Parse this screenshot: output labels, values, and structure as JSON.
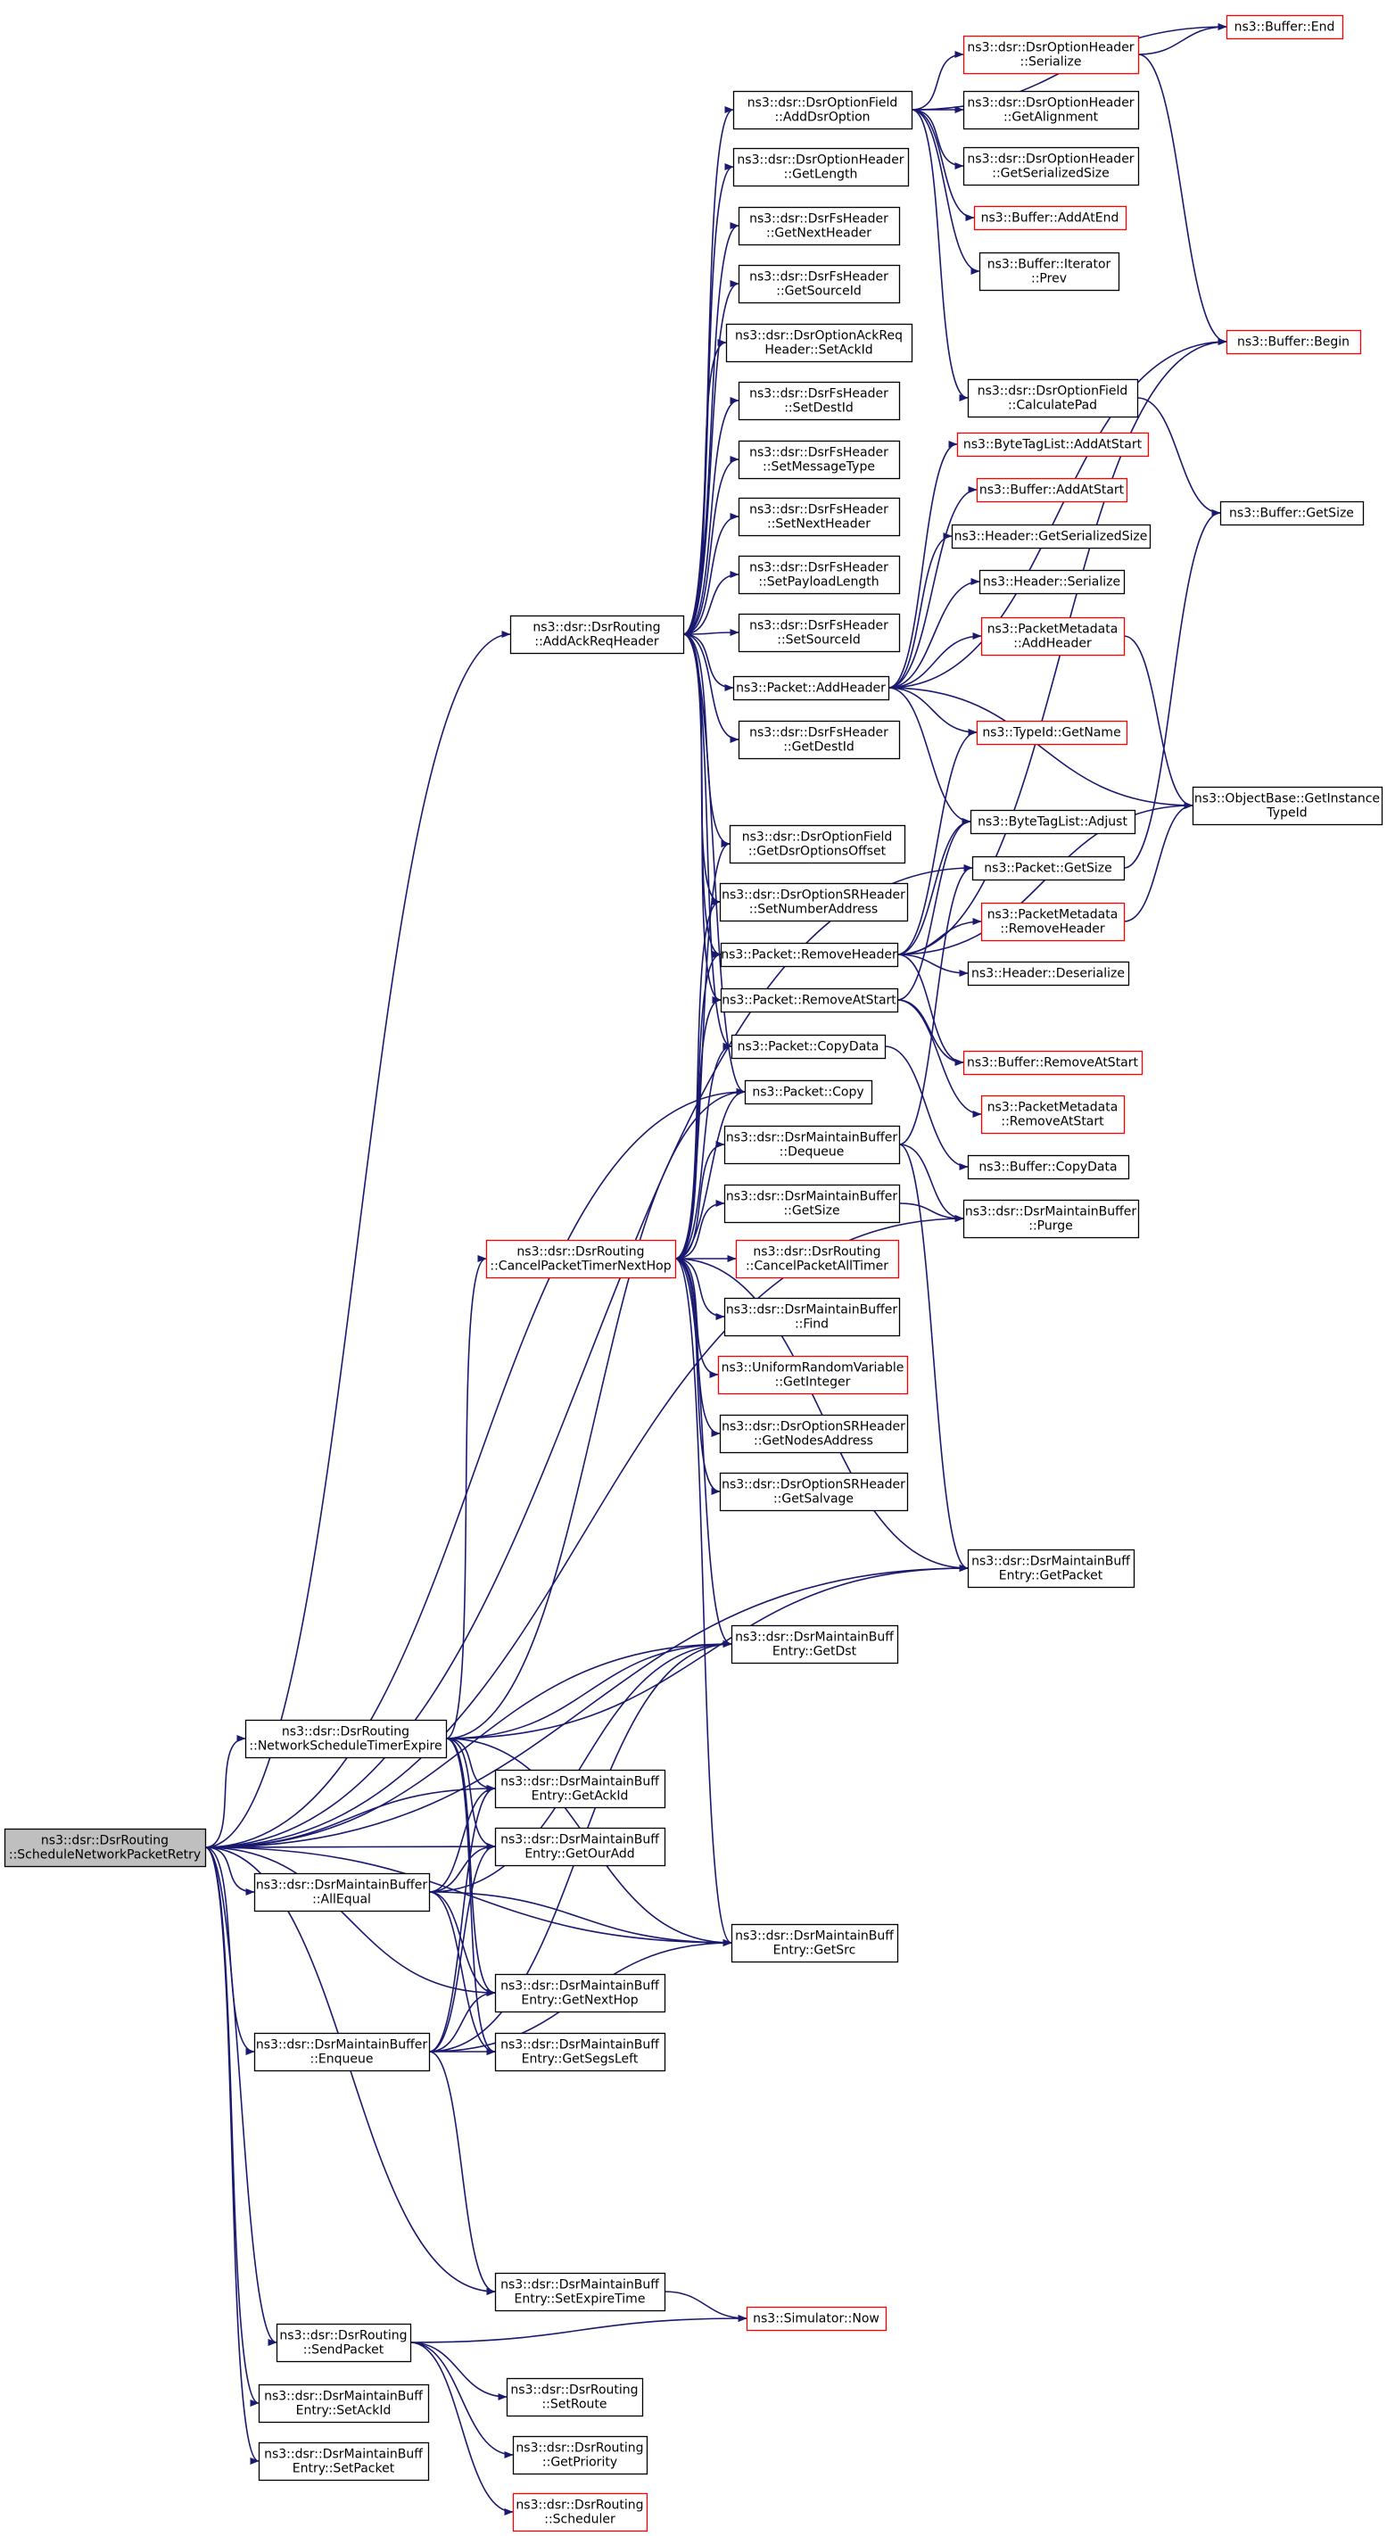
{
  "colors": {
    "edge": "#191970",
    "border_default": "#000000",
    "border_truncated": "#ff0000",
    "root_fill": "#bfbfbf",
    "node_fill": "#ffffff"
  },
  "nodes": [
    {
      "id": "root",
      "lines": [
        "ns3::dsr::DsrRouting",
        "::ScheduleNetworkPacketRetry"
      ],
      "style": "root"
    },
    {
      "id": "addAckReqHeader",
      "lines": [
        "ns3::dsr::DsrRouting",
        "::AddAckReqHeader"
      ],
      "style": "normal"
    },
    {
      "id": "addDsrOption",
      "lines": [
        "ns3::dsr::DsrOptionField",
        "::AddDsrOption"
      ],
      "style": "normal"
    },
    {
      "id": "optHeaderSerialize",
      "lines": [
        "ns3::dsr::DsrOptionHeader",
        "::Serialize"
      ],
      "style": "truncated"
    },
    {
      "id": "bufferEnd",
      "lines": [
        "ns3::Buffer::End"
      ],
      "style": "truncated"
    },
    {
      "id": "optHeaderGetAlignment",
      "lines": [
        "ns3::dsr::DsrOptionHeader",
        "::GetAlignment"
      ],
      "style": "normal"
    },
    {
      "id": "optHeaderGetSerializedSize",
      "lines": [
        "ns3::dsr::DsrOptionHeader",
        "::GetSerializedSize"
      ],
      "style": "normal"
    },
    {
      "id": "bufferAddAtEnd",
      "lines": [
        "ns3::Buffer::AddAtEnd"
      ],
      "style": "truncated"
    },
    {
      "id": "bufferIteratorPrev",
      "lines": [
        "ns3::Buffer::Iterator",
        "::Prev"
      ],
      "style": "normal"
    },
    {
      "id": "bufferBegin",
      "lines": [
        "ns3::Buffer::Begin"
      ],
      "style": "truncated"
    },
    {
      "id": "calculatePad",
      "lines": [
        "ns3::dsr::DsrOptionField",
        "::CalculatePad"
      ],
      "style": "normal"
    },
    {
      "id": "bufferGetSize",
      "lines": [
        "ns3::Buffer::GetSize"
      ],
      "style": "normal"
    },
    {
      "id": "optHeaderGetLength",
      "lines": [
        "ns3::dsr::DsrOptionHeader",
        "::GetLength"
      ],
      "style": "normal"
    },
    {
      "id": "fsGetNextHeader",
      "lines": [
        "ns3::dsr::DsrFsHeader",
        "::GetNextHeader"
      ],
      "style": "normal"
    },
    {
      "id": "fsGetSourceId",
      "lines": [
        "ns3::dsr::DsrFsHeader",
        "::GetSourceId"
      ],
      "style": "normal"
    },
    {
      "id": "ackReqSetAckId",
      "lines": [
        "ns3::dsr::DsrOptionAckReq",
        "Header::SetAckId"
      ],
      "style": "normal"
    },
    {
      "id": "fsSetDestId",
      "lines": [
        "ns3::dsr::DsrFsHeader",
        "::SetDestId"
      ],
      "style": "normal"
    },
    {
      "id": "fsSetMessageType",
      "lines": [
        "ns3::dsr::DsrFsHeader",
        "::SetMessageType"
      ],
      "style": "normal"
    },
    {
      "id": "fsSetNextHeader",
      "lines": [
        "ns3::dsr::DsrFsHeader",
        "::SetNextHeader"
      ],
      "style": "normal"
    },
    {
      "id": "fsSetPayloadLength",
      "lines": [
        "ns3::dsr::DsrFsHeader",
        "::SetPayloadLength"
      ],
      "style": "normal"
    },
    {
      "id": "fsSetSourceId",
      "lines": [
        "ns3::dsr::DsrFsHeader",
        "::SetSourceId"
      ],
      "style": "normal"
    },
    {
      "id": "packetAddHeader",
      "lines": [
        "ns3::Packet::AddHeader"
      ],
      "style": "normal"
    },
    {
      "id": "fsGetDestId",
      "lines": [
        "ns3::dsr::DsrFsHeader",
        "::GetDestId"
      ],
      "style": "normal"
    },
    {
      "id": "byteTagAddAtStart",
      "lines": [
        "ns3::ByteTagList::AddAtStart"
      ],
      "style": "truncated"
    },
    {
      "id": "bufferAddAtStart",
      "lines": [
        "ns3::Buffer::AddAtStart"
      ],
      "style": "truncated"
    },
    {
      "id": "headerGetSerializedSize",
      "lines": [
        "ns3::Header::GetSerializedSize"
      ],
      "style": "normal"
    },
    {
      "id": "headerSerialize",
      "lines": [
        "ns3::Header::Serialize"
      ],
      "style": "normal"
    },
    {
      "id": "pmAddHeader",
      "lines": [
        "ns3::PacketMetadata",
        "::AddHeader"
      ],
      "style": "truncated"
    },
    {
      "id": "typeIdGetName",
      "lines": [
        "ns3::TypeId::GetName"
      ],
      "style": "truncated"
    },
    {
      "id": "objGetInstanceTypeId",
      "lines": [
        "ns3::ObjectBase::GetInstance",
        "TypeId"
      ],
      "style": "normal"
    },
    {
      "id": "byteTagAdjust",
      "lines": [
        "ns3::ByteTagList::Adjust"
      ],
      "style": "normal"
    },
    {
      "id": "getDsrOptionsOffset",
      "lines": [
        "ns3::dsr::DsrOptionField",
        "::GetDsrOptionsOffset"
      ],
      "style": "normal"
    },
    {
      "id": "packetGetSize",
      "lines": [
        "ns3::Packet::GetSize"
      ],
      "style": "normal"
    },
    {
      "id": "srSetNumberAddress",
      "lines": [
        "ns3::dsr::DsrOptionSRHeader",
        "::SetNumberAddress"
      ],
      "style": "normal"
    },
    {
      "id": "pmRemoveHeader",
      "lines": [
        "ns3::PacketMetadata",
        "::RemoveHeader"
      ],
      "style": "truncated"
    },
    {
      "id": "packetRemoveHeader",
      "lines": [
        "ns3::Packet::RemoveHeader"
      ],
      "style": "normal"
    },
    {
      "id": "headerDeserialize",
      "lines": [
        "ns3::Header::Deserialize"
      ],
      "style": "normal"
    },
    {
      "id": "packetRemoveAtStart",
      "lines": [
        "ns3::Packet::RemoveAtStart"
      ],
      "style": "normal"
    },
    {
      "id": "packetCopyData",
      "lines": [
        "ns3::Packet::CopyData"
      ],
      "style": "normal"
    },
    {
      "id": "bufferRemoveAtStart",
      "lines": [
        "ns3::Buffer::RemoveAtStart"
      ],
      "style": "truncated"
    },
    {
      "id": "pmRemoveAtStart",
      "lines": [
        "ns3::PacketMetadata",
        "::RemoveAtStart"
      ],
      "style": "truncated"
    },
    {
      "id": "packetCopy",
      "lines": [
        "ns3::Packet::Copy"
      ],
      "style": "normal"
    },
    {
      "id": "mbDequeue",
      "lines": [
        "ns3::dsr::DsrMaintainBuffer",
        "::Dequeue"
      ],
      "style": "normal"
    },
    {
      "id": "bufferCopyData",
      "lines": [
        "ns3::Buffer::CopyData"
      ],
      "style": "normal"
    },
    {
      "id": "mbGetSize",
      "lines": [
        "ns3::dsr::DsrMaintainBuffer",
        "::GetSize"
      ],
      "style": "normal"
    },
    {
      "id": "mbPurge",
      "lines": [
        "ns3::dsr::DsrMaintainBuffer",
        "::Purge"
      ],
      "style": "normal"
    },
    {
      "id": "cancelPacketTimerNextHop",
      "lines": [
        "ns3::dsr::DsrRouting",
        "::CancelPacketTimerNextHop"
      ],
      "style": "truncated"
    },
    {
      "id": "cancelPacketAllTimer",
      "lines": [
        "ns3::dsr::DsrRouting",
        "::CancelPacketAllTimer"
      ],
      "style": "truncated"
    },
    {
      "id": "mbFind",
      "lines": [
        "ns3::dsr::DsrMaintainBuffer",
        "::Find"
      ],
      "style": "normal"
    },
    {
      "id": "urvGetInteger",
      "lines": [
        "ns3::UniformRandomVariable",
        "::GetInteger"
      ],
      "style": "truncated"
    },
    {
      "id": "srGetNodesAddress",
      "lines": [
        "ns3::dsr::DsrOptionSRHeader",
        "::GetNodesAddress"
      ],
      "style": "normal"
    },
    {
      "id": "srGetSalvage",
      "lines": [
        "ns3::dsr::DsrOptionSRHeader",
        "::GetSalvage"
      ],
      "style": "normal"
    },
    {
      "id": "mbeGetPacket",
      "lines": [
        "ns3::dsr::DsrMaintainBuff",
        "Entry::GetPacket"
      ],
      "style": "normal"
    },
    {
      "id": "mbeGetDst",
      "lines": [
        "ns3::dsr::DsrMaintainBuff",
        "Entry::GetDst"
      ],
      "style": "normal"
    },
    {
      "id": "networkScheduleTimerExpire",
      "lines": [
        "ns3::dsr::DsrRouting",
        "::NetworkScheduleTimerExpire"
      ],
      "style": "normal"
    },
    {
      "id": "mbeGetAckId",
      "lines": [
        "ns3::dsr::DsrMaintainBuff",
        "Entry::GetAckId"
      ],
      "style": "normal"
    },
    {
      "id": "mbeGetOurAdd",
      "lines": [
        "ns3::dsr::DsrMaintainBuff",
        "Entry::GetOurAdd"
      ],
      "style": "normal"
    },
    {
      "id": "mbAllEqual",
      "lines": [
        "ns3::dsr::DsrMaintainBuffer",
        "::AllEqual"
      ],
      "style": "normal"
    },
    {
      "id": "mbeGetSrc",
      "lines": [
        "ns3::dsr::DsrMaintainBuff",
        "Entry::GetSrc"
      ],
      "style": "normal"
    },
    {
      "id": "mbeGetNextHop",
      "lines": [
        "ns3::dsr::DsrMaintainBuff",
        "Entry::GetNextHop"
      ],
      "style": "normal"
    },
    {
      "id": "mbEnqueue",
      "lines": [
        "ns3::dsr::DsrMaintainBuffer",
        "::Enqueue"
      ],
      "style": "normal"
    },
    {
      "id": "mbeGetSegsLeft",
      "lines": [
        "ns3::dsr::DsrMaintainBuff",
        "Entry::GetSegsLeft"
      ],
      "style": "normal"
    },
    {
      "id": "mbeSetExpireTime",
      "lines": [
        "ns3::dsr::DsrMaintainBuff",
        "Entry::SetExpireTime"
      ],
      "style": "normal"
    },
    {
      "id": "sendPacket",
      "lines": [
        "ns3::dsr::DsrRouting",
        "::SendPacket"
      ],
      "style": "normal"
    },
    {
      "id": "simulatorNow",
      "lines": [
        "ns3::Simulator::Now"
      ],
      "style": "truncated"
    },
    {
      "id": "setRoute",
      "lines": [
        "ns3::dsr::DsrRouting",
        "::SetRoute"
      ],
      "style": "normal"
    },
    {
      "id": "mbeSetAckId",
      "lines": [
        "ns3::dsr::DsrMaintainBuff",
        "Entry::SetAckId"
      ],
      "style": "normal"
    },
    {
      "id": "getPriority",
      "lines": [
        "ns3::dsr::DsrRouting",
        "::GetPriority"
      ],
      "style": "normal"
    },
    {
      "id": "mbeSetPacket",
      "lines": [
        "ns3::dsr::DsrMaintainBuff",
        "Entry::SetPacket"
      ],
      "style": "normal"
    },
    {
      "id": "scheduler",
      "lines": [
        "ns3::dsr::DsrRouting",
        "::Scheduler"
      ],
      "style": "truncated"
    }
  ],
  "edges": [
    [
      "root",
      "addAckReqHeader"
    ],
    [
      "root",
      "packetGetSize"
    ],
    [
      "root",
      "packetCopy"
    ],
    [
      "root",
      "mbeGetPacket"
    ],
    [
      "root",
      "mbeGetDst"
    ],
    [
      "root",
      "networkScheduleTimerExpire"
    ],
    [
      "root",
      "mbeGetAckId"
    ],
    [
      "root",
      "mbeGetOurAdd"
    ],
    [
      "root",
      "mbAllEqual"
    ],
    [
      "root",
      "mbeGetNextHop"
    ],
    [
      "root",
      "mbEnqueue"
    ],
    [
      "root",
      "mbeGetSrc"
    ],
    [
      "root",
      "mbPurge"
    ],
    [
      "root",
      "mbeSetExpireTime"
    ],
    [
      "root",
      "sendPacket"
    ],
    [
      "root",
      "mbeSetAckId"
    ],
    [
      "root",
      "mbeSetPacket"
    ],
    [
      "addAckReqHeader",
      "addDsrOption"
    ],
    [
      "addAckReqHeader",
      "optHeaderGetLength"
    ],
    [
      "addAckReqHeader",
      "fsGetNextHeader"
    ],
    [
      "addAckReqHeader",
      "fsGetSourceId"
    ],
    [
      "addAckReqHeader",
      "ackReqSetAckId"
    ],
    [
      "addAckReqHeader",
      "fsSetDestId"
    ],
    [
      "addAckReqHeader",
      "fsSetMessageType"
    ],
    [
      "addAckReqHeader",
      "fsSetNextHeader"
    ],
    [
      "addAckReqHeader",
      "fsSetPayloadLength"
    ],
    [
      "addAckReqHeader",
      "fsSetSourceId"
    ],
    [
      "addAckReqHeader",
      "packetAddHeader"
    ],
    [
      "addAckReqHeader",
      "fsGetDestId"
    ],
    [
      "addAckReqHeader",
      "getDsrOptionsOffset"
    ],
    [
      "addAckReqHeader",
      "srSetNumberAddress"
    ],
    [
      "addAckReqHeader",
      "packetRemoveHeader"
    ],
    [
      "addAckReqHeader",
      "packetRemoveAtStart"
    ],
    [
      "addAckReqHeader",
      "packetCopyData"
    ],
    [
      "addAckReqHeader",
      "packetCopy"
    ],
    [
      "addDsrOption",
      "optHeaderSerialize"
    ],
    [
      "addDsrOption",
      "bufferEnd"
    ],
    [
      "addDsrOption",
      "optHeaderGetAlignment"
    ],
    [
      "addDsrOption",
      "optHeaderGetSerializedSize"
    ],
    [
      "addDsrOption",
      "bufferAddAtEnd"
    ],
    [
      "addDsrOption",
      "bufferIteratorPrev"
    ],
    [
      "addDsrOption",
      "calculatePad"
    ],
    [
      "optHeaderSerialize",
      "bufferEnd"
    ],
    [
      "optHeaderSerialize",
      "bufferBegin"
    ],
    [
      "calculatePad",
      "bufferGetSize"
    ],
    [
      "packetAddHeader",
      "bufferBegin"
    ],
    [
      "packetAddHeader",
      "byteTagAddAtStart"
    ],
    [
      "packetAddHeader",
      "bufferAddAtStart"
    ],
    [
      "packetAddHeader",
      "headerGetSerializedSize"
    ],
    [
      "packetAddHeader",
      "headerSerialize"
    ],
    [
      "packetAddHeader",
      "pmAddHeader"
    ],
    [
      "packetAddHeader",
      "typeIdGetName"
    ],
    [
      "packetAddHeader",
      "objGetInstanceTypeId"
    ],
    [
      "packetAddHeader",
      "byteTagAdjust"
    ],
    [
      "pmAddHeader",
      "objGetInstanceTypeId"
    ],
    [
      "packetGetSize",
      "bufferGetSize"
    ],
    [
      "packetRemoveHeader",
      "bufferBegin"
    ],
    [
      "packetRemoveHeader",
      "typeIdGetName"
    ],
    [
      "packetRemoveHeader",
      "byteTagAdjust"
    ],
    [
      "packetRemoveHeader",
      "pmRemoveHeader"
    ],
    [
      "packetRemoveHeader",
      "headerDeserialize"
    ],
    [
      "packetRemoveHeader",
      "objGetInstanceTypeId"
    ],
    [
      "packetRemoveHeader",
      "bufferRemoveAtStart"
    ],
    [
      "pmRemoveHeader",
      "objGetInstanceTypeId"
    ],
    [
      "packetRemoveAtStart",
      "byteTagAdjust"
    ],
    [
      "packetRemoveAtStart",
      "bufferRemoveAtStart"
    ],
    [
      "packetRemoveAtStart",
      "pmRemoveAtStart"
    ],
    [
      "packetCopyData",
      "bufferCopyData"
    ],
    [
      "mbDequeue",
      "mbPurge"
    ],
    [
      "mbDequeue",
      "mbeGetPacket"
    ],
    [
      "mbDequeue",
      "packetGetSize"
    ],
    [
      "mbGetSize",
      "mbPurge"
    ],
    [
      "cancelPacketTimerNextHop",
      "getDsrOptionsOffset"
    ],
    [
      "cancelPacketTimerNextHop",
      "srSetNumberAddress"
    ],
    [
      "cancelPacketTimerNextHop",
      "packetRemoveHeader"
    ],
    [
      "cancelPacketTimerNextHop",
      "packetRemoveAtStart"
    ],
    [
      "cancelPacketTimerNextHop",
      "packetCopyData"
    ],
    [
      "cancelPacketTimerNextHop",
      "packetCopy"
    ],
    [
      "cancelPacketTimerNextHop",
      "mbDequeue"
    ],
    [
      "cancelPacketTimerNextHop",
      "mbGetSize"
    ],
    [
      "cancelPacketTimerNextHop",
      "cancelPacketAllTimer"
    ],
    [
      "cancelPacketTimerNextHop",
      "mbFind"
    ],
    [
      "cancelPacketTimerNextHop",
      "urvGetInteger"
    ],
    [
      "cancelPacketTimerNextHop",
      "srGetNodesAddress"
    ],
    [
      "cancelPacketTimerNextHop",
      "srGetSalvage"
    ],
    [
      "cancelPacketTimerNextHop",
      "mbeGetPacket"
    ],
    [
      "cancelPacketTimerNextHop",
      "mbeGetDst"
    ],
    [
      "cancelPacketTimerNextHop",
      "mbeGetSrc"
    ],
    [
      "networkScheduleTimerExpire",
      "cancelPacketTimerNextHop"
    ],
    [
      "networkScheduleTimerExpire",
      "packetCopy"
    ],
    [
      "networkScheduleTimerExpire",
      "mbeGetDst"
    ],
    [
      "networkScheduleTimerExpire",
      "mbeGetPacket"
    ],
    [
      "networkScheduleTimerExpire",
      "mbeGetAckId"
    ],
    [
      "networkScheduleTimerExpire",
      "mbeGetOurAdd"
    ],
    [
      "networkScheduleTimerExpire",
      "mbeGetSrc"
    ],
    [
      "networkScheduleTimerExpire",
      "mbeGetNextHop"
    ],
    [
      "networkScheduleTimerExpire",
      "mbeGetSegsLeft"
    ],
    [
      "mbAllEqual",
      "mbeGetAckId"
    ],
    [
      "mbAllEqual",
      "mbeGetOurAdd"
    ],
    [
      "mbAllEqual",
      "mbeGetDst"
    ],
    [
      "mbAllEqual",
      "mbeGetSrc"
    ],
    [
      "mbAllEqual",
      "mbeGetNextHop"
    ],
    [
      "mbAllEqual",
      "mbeGetSegsLeft"
    ],
    [
      "mbEnqueue",
      "mbeGetAckId"
    ],
    [
      "mbEnqueue",
      "mbeGetOurAdd"
    ],
    [
      "mbEnqueue",
      "mbeGetNextHop"
    ],
    [
      "mbEnqueue",
      "mbeGetSegsLeft"
    ],
    [
      "mbEnqueue",
      "mbeGetDst"
    ],
    [
      "mbEnqueue",
      "mbeGetSrc"
    ],
    [
      "mbEnqueue",
      "mbeSetExpireTime"
    ],
    [
      "mbeSetExpireTime",
      "simulatorNow"
    ],
    [
      "sendPacket",
      "simulatorNow"
    ],
    [
      "sendPacket",
      "setRoute"
    ],
    [
      "sendPacket",
      "getPriority"
    ],
    [
      "sendPacket",
      "scheduler"
    ]
  ]
}
